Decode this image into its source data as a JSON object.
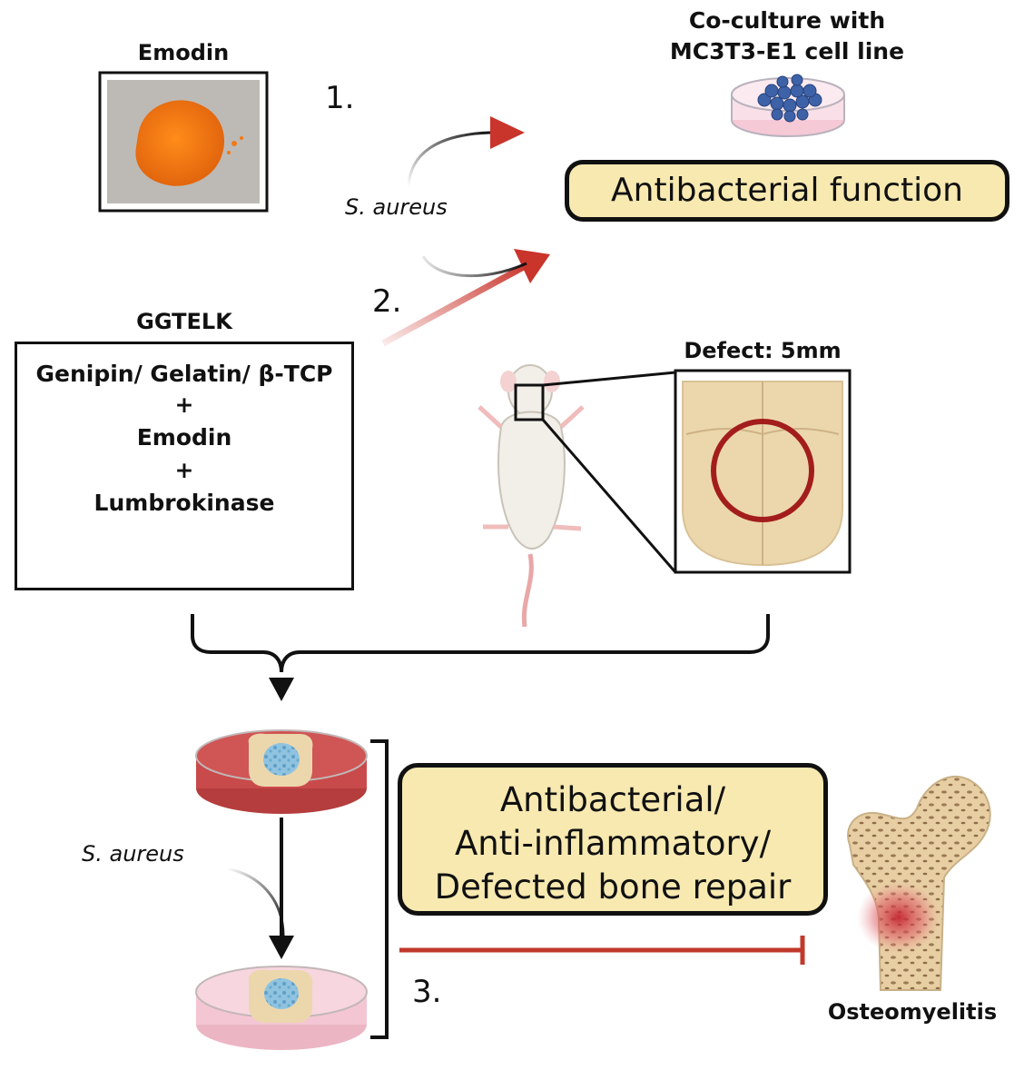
{
  "labels": {
    "emodin_title": "Emodin",
    "coculture_line1": "Co-culture with",
    "coculture_line2": "MC3T3-E1 cell line",
    "antibacterial_function": "Antibacterial function",
    "s_aureus_top": "S. aureus",
    "step1": "1.",
    "step2": "2.",
    "step3": "3.",
    "ggtelk_title": "GGTELK",
    "ggtelk_line1": "Genipin/ Gelatin/ β-TCP",
    "ggtelk_plus1": "+",
    "ggtelk_line2": "Emodin",
    "ggtelk_plus2": "+",
    "ggtelk_line3": "Lumbrokinase",
    "defect": "Defect: 5mm",
    "s_aureus_bottom": "S. aureus",
    "outcome_line1": "Antibacterial/",
    "outcome_line2": "Anti-inflammatory/",
    "outcome_line3": "Defected bone repair",
    "osteomyelitis": "Osteomyelitis"
  },
  "colors": {
    "arrow_red": "#c9342b",
    "inhibit_red": "#c0392b",
    "callout_fill": "#f7e9b0",
    "emodin_orange": "#f07a17",
    "scaffold_blue": "#8fc3e0",
    "defect_ring": "#a31d1d",
    "dish_red": "#c94a4a",
    "dish_pink": "#f4c6d3",
    "bone_tan": "#e8cfa3"
  },
  "icons": [
    "emodin-powder-photo",
    "petri-dish-cells-icon",
    "scaffold-cylinder-icon",
    "mouse-icon",
    "skull-icon",
    "petri-dish-red-icon",
    "petri-dish-pink-icon",
    "femur-bone-icon"
  ]
}
